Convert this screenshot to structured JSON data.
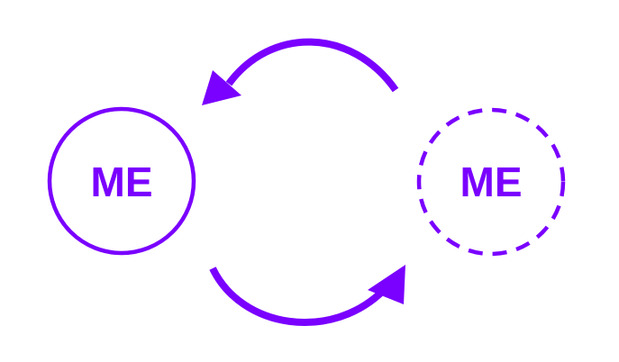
{
  "diagram": {
    "accent_color": "#7a00ff",
    "background_color": "#ffffff",
    "nodes": [
      {
        "label": "ME",
        "border": "solid"
      },
      {
        "label": "ME",
        "border": "dashed"
      }
    ],
    "arrows": [
      {
        "from": "dashed-node",
        "to": "solid-node",
        "direction": "counter-clockwise"
      },
      {
        "from": "solid-node",
        "to": "dashed-node",
        "direction": "counter-clockwise"
      }
    ]
  }
}
